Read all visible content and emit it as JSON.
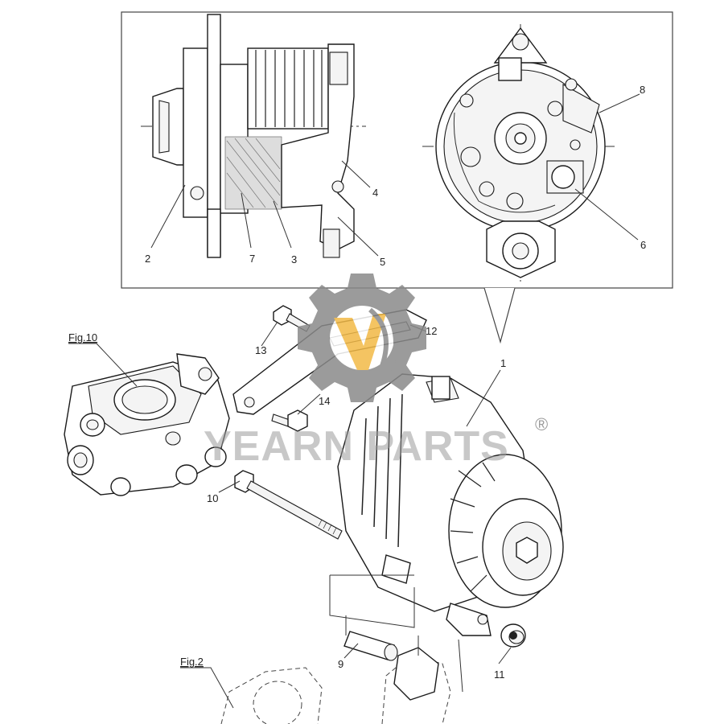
{
  "callouts": {
    "n1": "1",
    "n2": "2",
    "n3": "3",
    "n4": "4",
    "n5": "5",
    "n6": "6",
    "n7": "7",
    "n8": "8",
    "n9": "9",
    "n10": "10",
    "n11": "11",
    "n12": "12",
    "n13": "13",
    "n14": "14"
  },
  "figure_refs": {
    "fig10": "Fig.10",
    "fig2": "Fig.2"
  },
  "watermark": {
    "text": "YEARN PARTS",
    "registered": "®",
    "gear_color": "#8a8a8a",
    "accent_color": "#f2b233"
  }
}
